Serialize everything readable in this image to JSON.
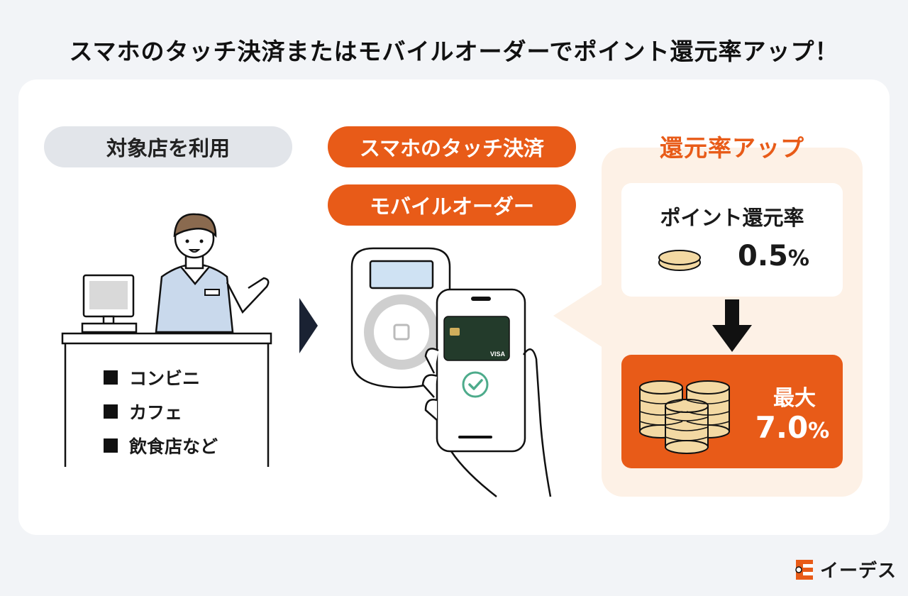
{
  "title": "スマホのタッチ決済またはモバイルオーダーでポイント還元率アップ！",
  "step1": {
    "label": "対象店を利用",
    "stores": [
      "コンビニ",
      "カフェ",
      "飲食店など"
    ]
  },
  "step2": {
    "method1": "スマホのタッチ決済",
    "method2": "モバイルオーダー",
    "card_brand": "VISA"
  },
  "step3": {
    "title": "還元率アップ",
    "rate_label": "ポイント還元率",
    "base_rate": "0.5",
    "max_label": "最大",
    "max_rate": "7.0",
    "percent_sign": "%"
  },
  "logo": {
    "text": "イーデス"
  },
  "colors": {
    "accent": "#e85b18",
    "panel_bg": "#fdf1e6",
    "page_bg": "#f2f4f7",
    "coin": "#f3d9a3"
  }
}
